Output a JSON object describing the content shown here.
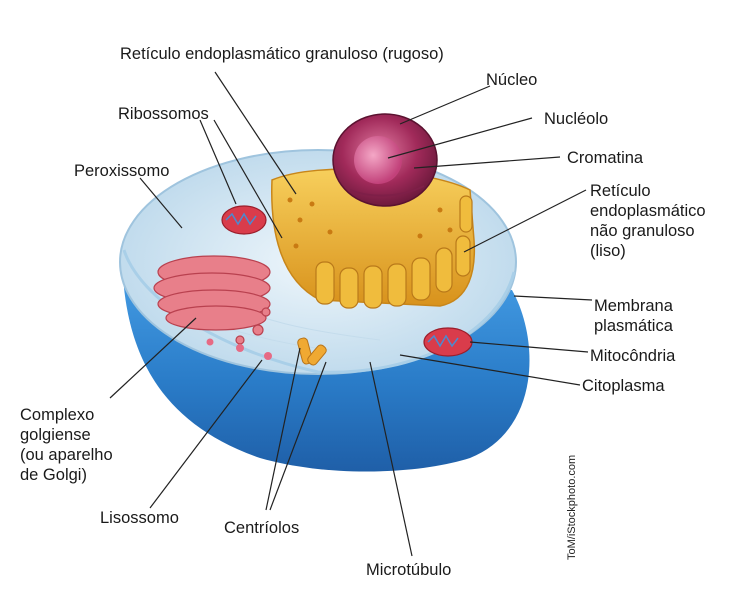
{
  "labels": {
    "reticulo_granuloso": "Retículo endoplasmático granuloso (rugoso)",
    "nucleo": "Núcleo",
    "ribossomos": "Ribossomos",
    "nucleolo": "Nucléolo",
    "cromatina": "Cromatina",
    "peroxissomo": "Peroxissomo",
    "reticulo_liso": "Retículo\nendoplasmático\nnão granuloso\n(liso)",
    "membrana": "Membrana\nplasmática",
    "mitocondria": "Mitocôndria",
    "citoplasma": "Citoplasma",
    "complexo_golgiense": "Complexo\ngolgiense\n(ou aparelho\nde Golgi)",
    "lisossomo": "Lisossomo",
    "centriolos": "Centríolos",
    "microtubulo": "Microtúbulo"
  },
  "credit": "ToM/iStockphoto.com",
  "colors": {
    "cell_shell": "#2f86d6",
    "cytoplasm": "#d5e8f2",
    "er": "#f1b733",
    "nucleus": "#a12a5a",
    "golgi": "#e0707c",
    "mitochondria": "#d93c4b"
  }
}
